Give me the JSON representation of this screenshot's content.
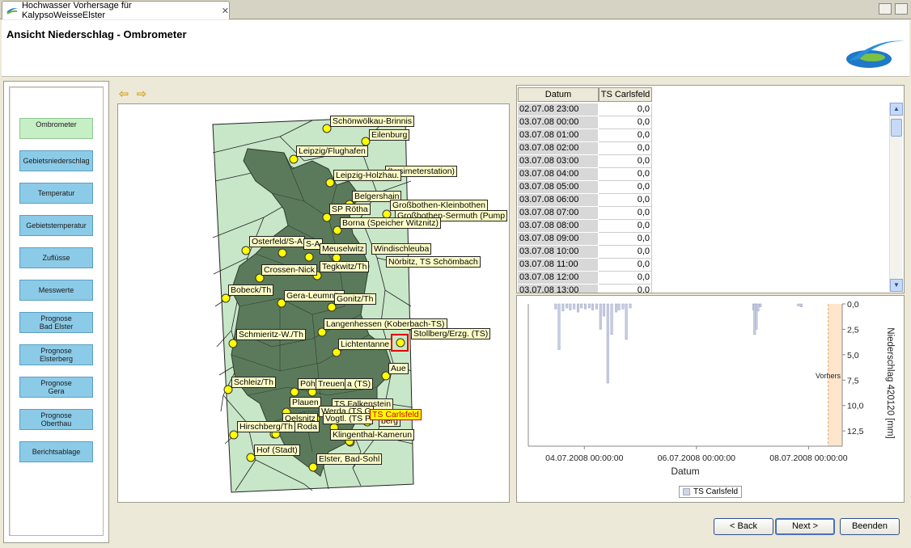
{
  "window": {
    "tab_title": "Hochwasser Vorhersage für KalypsoWeisseElster",
    "tab_icon": "kalypso-app-icon",
    "close_icon": "close-icon"
  },
  "header": {
    "title": "Ansicht Niederschlag - Ombrometer",
    "logo": "kalypso-logo"
  },
  "wizard": {
    "steps": [
      {
        "label": "Ombrometer",
        "active": true
      },
      {
        "label": "Gebietsniederschlag",
        "active": false
      },
      {
        "label": "Temperatur",
        "active": false
      },
      {
        "label": "Gebietstemperatur",
        "active": false
      },
      {
        "label": "Zuflüsse",
        "active": false
      },
      {
        "label": "Messwerte",
        "active": false
      },
      {
        "label": "Prognose\nBad Elster",
        "active": false
      },
      {
        "label": "Prognose\nElsterberg",
        "active": false
      },
      {
        "label": "Prognose\nGera",
        "active": false
      },
      {
        "label": "Prognose\nOberthau",
        "active": false
      },
      {
        "label": "Berichtsablage",
        "active": false
      }
    ]
  },
  "map": {
    "toolbar": {
      "back_icon": "arrow-left-icon",
      "forward_icon": "arrow-right-icon"
    },
    "stations": [
      {
        "label": "Schönwölkau-Brinnis",
        "selected": false
      },
      {
        "label": "Eilenburg",
        "selected": false
      },
      {
        "label": "Leipzig/Flughafen",
        "selected": false
      },
      {
        "label": "(Lysimeterstation)",
        "selected": false
      },
      {
        "label": "Leipzig-Holzhau.",
        "selected": false
      },
      {
        "label": "Belgershain",
        "selected": false
      },
      {
        "label": "SP Rötha",
        "selected": false
      },
      {
        "label": "Großbothen-Kleinbothen",
        "selected": false
      },
      {
        "label": "Großbothen-Sermuth (Pump",
        "selected": false
      },
      {
        "label": "Borna (Speicher Witznitz)",
        "selected": false
      },
      {
        "label": "Osterfeld/S-A",
        "selected": false
      },
      {
        "label": "S-A",
        "selected": false
      },
      {
        "label": "Meuselwitz",
        "selected": false
      },
      {
        "label": "Windischleuba",
        "selected": false
      },
      {
        "label": "Nörbitz, TS Schömbach",
        "selected": false
      },
      {
        "label": "Crossen-Nick",
        "selected": false
      },
      {
        "label": "Tegkwitz/Th",
        "selected": false
      },
      {
        "label": "Bobeck/Th",
        "selected": false
      },
      {
        "label": "Gera-Leumnitz",
        "selected": false
      },
      {
        "label": "Gonitz/Th",
        "selected": false
      },
      {
        "label": "Langenhessen (Koberbach-TS)",
        "selected": false
      },
      {
        "label": "Schmieritz-W./Th",
        "selected": false
      },
      {
        "label": "Stollberg/Erzg. (TS)",
        "selected": false
      },
      {
        "label": "Lichtentanne",
        "selected": false
      },
      {
        "label": "Aue",
        "selected": false
      },
      {
        "label": "Schleiz/Th",
        "selected": false
      },
      {
        "label": "Pöhl",
        "selected": false
      },
      {
        "label": "Treuen",
        "selected": false
      },
      {
        "label": "a (TS)",
        "selected": false
      },
      {
        "label": "Plauen",
        "selected": false
      },
      {
        "label": "TS Falkenstein",
        "selected": false
      },
      {
        "label": "Werda (TS G",
        "selected": false
      },
      {
        "label": "Oelsnitz",
        "selected": false
      },
      {
        "label": "Vogtl. (TS P",
        "selected": false
      },
      {
        "label": "berg",
        "selected": false
      },
      {
        "label": "TS Carlsfeld",
        "selected": true
      },
      {
        "label": "Hirschberg/Th",
        "selected": false
      },
      {
        "label": "Roda",
        "selected": false
      },
      {
        "label": "Klingenthal-Kamerun",
        "selected": false
      },
      {
        "label": "Hof (Stadt)",
        "selected": false
      },
      {
        "label": "Elster, Bad-Sohl",
        "selected": false
      }
    ]
  },
  "table": {
    "headers": [
      "Datum",
      "TS Carlsfeld"
    ],
    "rows": [
      [
        "02.07.08 23:00",
        "0,0"
      ],
      [
        "03.07.08 00:00",
        "0,0"
      ],
      [
        "03.07.08 01:00",
        "0,0"
      ],
      [
        "03.07.08 02:00",
        "0,0"
      ],
      [
        "03.07.08 03:00",
        "0,0"
      ],
      [
        "03.07.08 04:00",
        "0,0"
      ],
      [
        "03.07.08 05:00",
        "0,0"
      ],
      [
        "03.07.08 06:00",
        "0,0"
      ],
      [
        "03.07.08 07:00",
        "0,0"
      ],
      [
        "03.07.08 08:00",
        "0,0"
      ],
      [
        "03.07.08 09:00",
        "0,0"
      ],
      [
        "03.07.08 10:00",
        "0,0"
      ],
      [
        "03.07.08 11:00",
        "0,0"
      ],
      [
        "03.07.08 12:00",
        "0,0"
      ],
      [
        "03.07.08 13:00",
        "0,0"
      ]
    ]
  },
  "chart_data": {
    "type": "bar",
    "xlabel": "Datum",
    "ylabel": "Niederschlag 420120 [mm]",
    "x_ticks": [
      "04.07.2008 00:00:00",
      "06.07.2008 00:00:00",
      "08.07.2008 00:00:00"
    ],
    "y_ticks": [
      "0,0",
      "2,5",
      "5,0",
      "7,5",
      "10,0",
      "12,5"
    ],
    "ylim": [
      0,
      14
    ],
    "y_inverted": true,
    "annotation": "Vorhers",
    "series": [
      {
        "name": "TS Carlsfeld",
        "color": "#c8cde0",
        "x_days": [
          0.47,
          0.53,
          0.6,
          0.67,
          0.73,
          0.8,
          0.87,
          0.93,
          1.0,
          1.07,
          1.13,
          1.2,
          1.27,
          1.33,
          1.4,
          1.47,
          1.55,
          1.6,
          1.67,
          1.73,
          1.8,
          4.0,
          4.02,
          4.05,
          4.08,
          4.12,
          4.8,
          4.85
        ],
        "values": [
          0.5,
          4.5,
          0.7,
          0.4,
          0.6,
          0.5,
          0.8,
          0.4,
          0.5,
          0.4,
          0.6,
          0.5,
          2.5,
          1.2,
          7.8,
          3.0,
          0.8,
          0.6,
          0.5,
          3.5,
          0.4,
          0.6,
          3.0,
          2.5,
          0.7,
          0.3,
          0.2,
          0.3
        ]
      }
    ]
  },
  "buttons": {
    "back": "< Back",
    "next": "Next >",
    "finish": "Beenden"
  }
}
